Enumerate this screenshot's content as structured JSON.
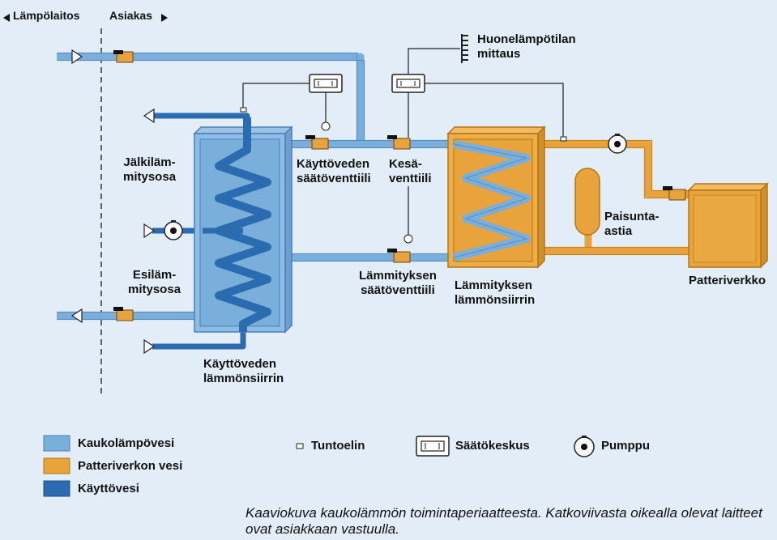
{
  "header": {
    "left_label": "Lämpölaitos",
    "right_label": "Asiakas"
  },
  "labels": {
    "room_temp": [
      "Huonelämpötilan",
      "mittaus"
    ],
    "jalkilammitysosa": [
      "Jälkilämmitysosa"
    ],
    "jalkilammitysosa_lines": [
      "Jälkiläm-",
      "mitysosa"
    ],
    "esilammitysosa_lines": [
      "Esiläm-",
      "mitysosa"
    ],
    "kayttoveden_saatoventtiili": [
      "Käyttöveden",
      "säätöventtiili"
    ],
    "kesaventtiili": [
      "Kesä-",
      "venttiili"
    ],
    "lammityksen_saatoventtiili": [
      "Lämmityksen",
      "säätöventtiili"
    ],
    "lammityksen_lammonsiirrin": [
      "Lämmityksen",
      "lämmönsiirrin"
    ],
    "kayttoveden_lammonsiirrin": [
      "Käyttöveden",
      "lämmönsiirrin"
    ],
    "paisunta_astia": [
      "Paisunta-",
      "astia"
    ],
    "patteriverkko": "Patteriverkko"
  },
  "legend": {
    "items": [
      {
        "label": "Kaukolämpövesi",
        "color": "#7aaedb"
      },
      {
        "label": "Patteriverkon vesi",
        "color": "#e8a33c"
      },
      {
        "label": "Käyttövesi",
        "color": "#2b6cb0"
      }
    ],
    "symbols": [
      {
        "label": "Tuntoelin",
        "icon": "sensor-icon"
      },
      {
        "label": "Säätökeskus",
        "icon": "controller-icon"
      },
      {
        "label": "Pumppu",
        "icon": "pump-icon"
      }
    ]
  },
  "caption": "Kaaviokuva kaukolämmön toimintaperiaatteesta. Katkoviivasta oikealla olevat laitteet ovat asiakkaan vastuulla.",
  "colors": {
    "district_water": "#7aaedb",
    "radiator_water": "#e8a33c",
    "domestic_water": "#2b6cb0",
    "background": "#e2edf7"
  }
}
